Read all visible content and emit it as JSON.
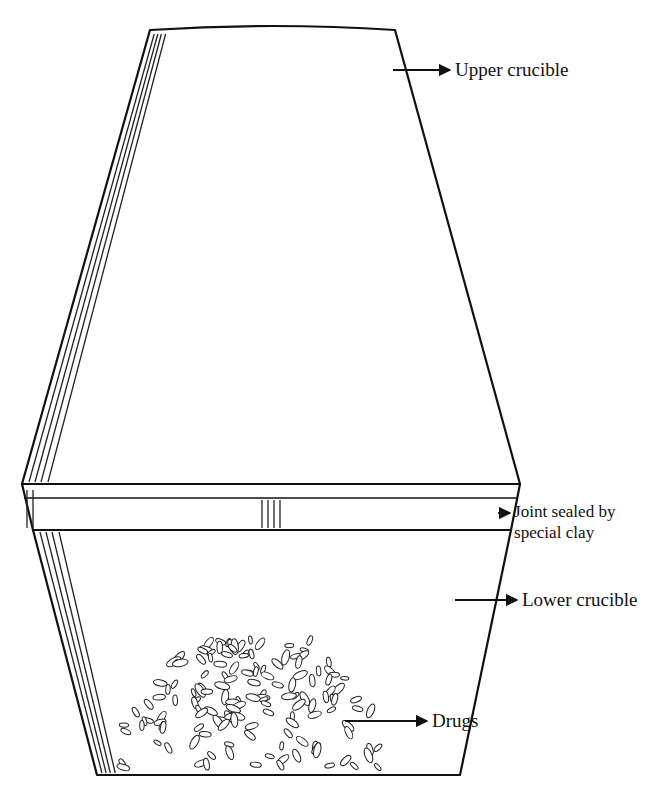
{
  "diagram": {
    "labels": [
      "Upper crucible",
      "Joint sealed by special clay",
      "Lower crucible",
      "Drugs"
    ]
  }
}
